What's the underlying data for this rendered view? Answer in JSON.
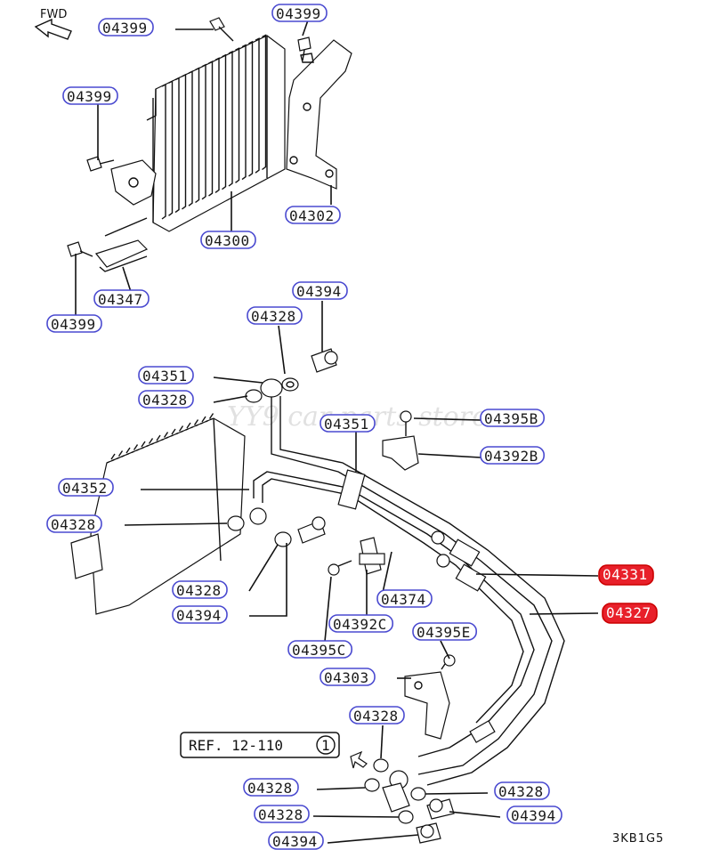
{
  "orientation_label": "FWD",
  "watermark": "YY9 car parts store",
  "reference": {
    "text": "REF. 12-110",
    "circle_number": "1"
  },
  "diagram_code": "3KB1G5",
  "colors": {
    "highlight": "#e8202a",
    "pill_border": "#4a4ad0",
    "ink": "#111111"
  },
  "parts": [
    {
      "id": "p1",
      "label": "04399",
      "highlight": false
    },
    {
      "id": "p2",
      "label": "04399",
      "highlight": false
    },
    {
      "id": "p3",
      "label": "04399",
      "highlight": false
    },
    {
      "id": "p4",
      "label": "04302",
      "highlight": false
    },
    {
      "id": "p5",
      "label": "04300",
      "highlight": false
    },
    {
      "id": "p6",
      "label": "04347",
      "highlight": false
    },
    {
      "id": "p7",
      "label": "04399",
      "highlight": false
    },
    {
      "id": "p8",
      "label": "04394",
      "highlight": false
    },
    {
      "id": "p9",
      "label": "04328",
      "highlight": false
    },
    {
      "id": "p10",
      "label": "04351",
      "highlight": false
    },
    {
      "id": "p11",
      "label": "04328",
      "highlight": false
    },
    {
      "id": "p12",
      "label": "04351",
      "highlight": false
    },
    {
      "id": "p13",
      "label": "04395B",
      "highlight": false
    },
    {
      "id": "p14",
      "label": "04392B",
      "highlight": false
    },
    {
      "id": "p15",
      "label": "04352",
      "highlight": false
    },
    {
      "id": "p16",
      "label": "04328",
      "highlight": false
    },
    {
      "id": "p17",
      "label": "04331",
      "highlight": true
    },
    {
      "id": "p18",
      "label": "04327",
      "highlight": true
    },
    {
      "id": "p19",
      "label": "04374",
      "highlight": false
    },
    {
      "id": "p20",
      "label": "04328",
      "highlight": false
    },
    {
      "id": "p21",
      "label": "04394",
      "highlight": false
    },
    {
      "id": "p22",
      "label": "04392C",
      "highlight": false
    },
    {
      "id": "p23",
      "label": "04395E",
      "highlight": false
    },
    {
      "id": "p24",
      "label": "04395C",
      "highlight": false
    },
    {
      "id": "p25",
      "label": "04303",
      "highlight": false
    },
    {
      "id": "p26",
      "label": "04328",
      "highlight": false
    },
    {
      "id": "p27",
      "label": "04328",
      "highlight": false
    },
    {
      "id": "p28",
      "label": "04328",
      "highlight": false
    },
    {
      "id": "p29",
      "label": "04328",
      "highlight": false
    },
    {
      "id": "p30",
      "label": "04394",
      "highlight": false
    },
    {
      "id": "p31",
      "label": "04394",
      "highlight": false
    }
  ]
}
